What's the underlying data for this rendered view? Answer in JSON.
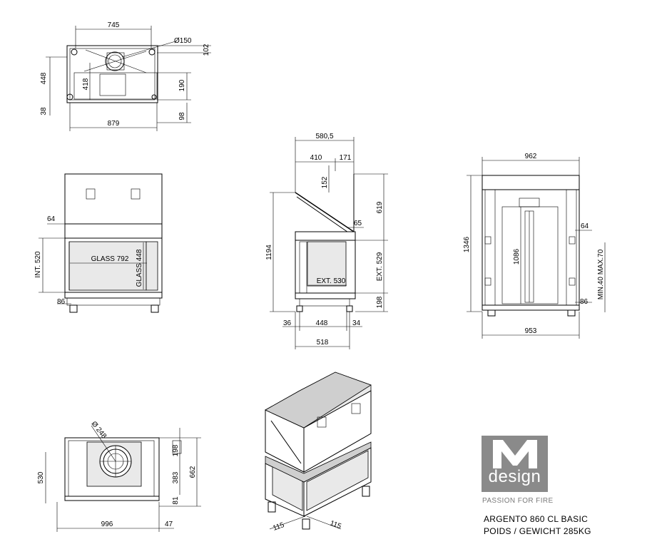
{
  "top_view": {
    "dim_width_top": "745",
    "dim_flue": "Ø150",
    "dim_right_top": "102",
    "dim_left": "448",
    "dim_inner": "418",
    "dim_right_mid": "190",
    "dim_bottom_left": "38",
    "dim_right_bottom": "98",
    "dim_width_bottom": "879"
  },
  "front_view": {
    "dim_side": "64",
    "dim_int": "INT. 520",
    "glass_width": "GLASS 792",
    "glass_height": "GLASS 448",
    "dim_foot": "86"
  },
  "side_view": {
    "dim_total_width": "580,5",
    "dim_a": "410",
    "dim_b": "171",
    "dim_c": "152",
    "dim_height": "1194",
    "dim_upper": "619",
    "dim_d": "65",
    "dim_ext_h": "EXT. 529",
    "dim_ext_w": "EXT. 530",
    "dim_foot": "198",
    "dim_e": "36",
    "dim_f": "448",
    "dim_g": "34",
    "dim_bottom": "518"
  },
  "rear_view": {
    "dim_top": "962",
    "dim_height": "1346",
    "dim_inner": "1086",
    "dim_side": "64",
    "dim_min_max": "MIN.40 MAX.70",
    "dim_foot": "86",
    "dim_bottom": "953"
  },
  "bottom_view": {
    "dim_flue": "Ø 248",
    "dim_a": "198",
    "dim_b": "383",
    "dim_c": "662",
    "dim_left": "530",
    "dim_d": "81",
    "dim_width": "996",
    "dim_e": "47"
  },
  "iso_view": {
    "dim_left": "115",
    "dim_right": "115"
  },
  "brand": {
    "logo_letter": "M",
    "logo_word": "design",
    "tagline": "PASSION FOR FIRE",
    "model": "ARGENTO 860 CL BASIC",
    "weight": "POIDS / GEWICHT 285KG",
    "logo_color": "#8a8a8a"
  }
}
